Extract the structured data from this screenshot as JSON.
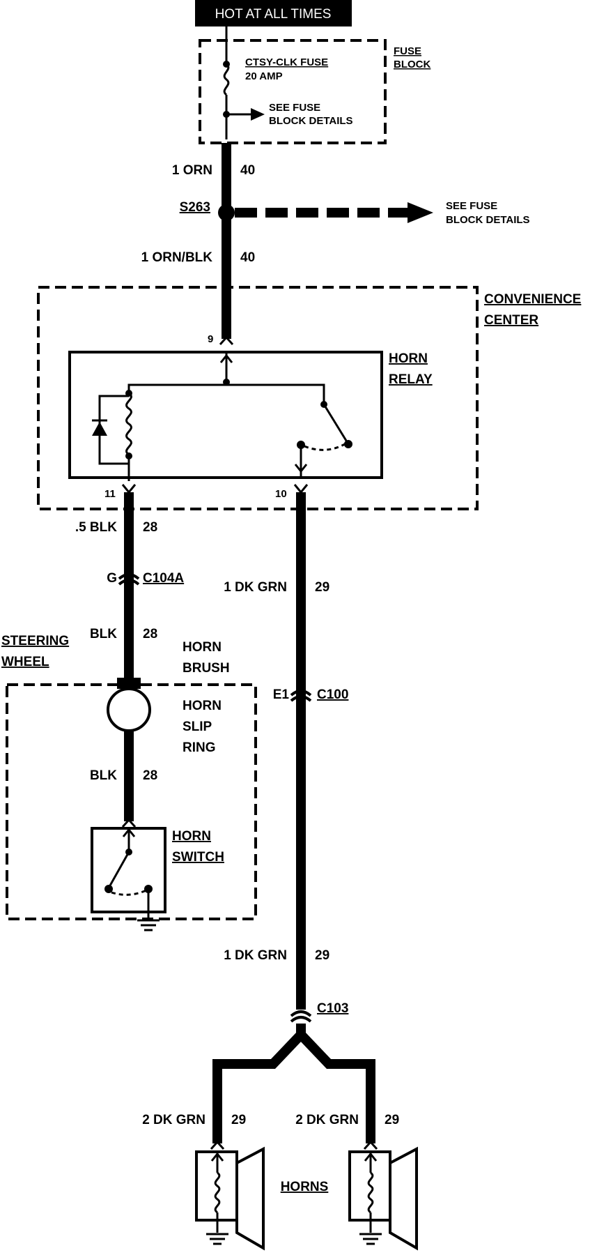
{
  "header": {
    "label": "HOT AT ALL TIMES"
  },
  "fuse_block": {
    "label_line1": "FUSE",
    "label_line2": "BLOCK",
    "fuse_name": "CTSY-CLK FUSE",
    "fuse_rating": "20  AMP",
    "details_line1": "SEE FUSE",
    "details_line2": "BLOCK DETAILS"
  },
  "wires": {
    "top_color": "1 ORN",
    "top_circuit": "40",
    "splice": "S263",
    "splice_details_line1": "SEE FUSE",
    "splice_details_line2": "BLOCK DETAILS",
    "relay_feed_color": "1 ORN/BLK",
    "relay_feed_circuit": "40",
    "coil_ground_color": ".5 BLK",
    "coil_ground_circuit": "28",
    "relay_out_color": "1 DK GRN",
    "relay_out_circuit": "29",
    "steering_color_1": "BLK",
    "steering_circuit_1": "28",
    "steering_color_2": "BLK",
    "steering_circuit_2": "28",
    "horn_feed_color": "1 DK GRN",
    "horn_feed_circuit": "29",
    "horn_left_color": "2 DK GRN",
    "horn_left_circuit": "29",
    "horn_right_color": "2 DK GRN",
    "horn_right_circuit": "29"
  },
  "convenience_center": {
    "label_line1": "CONVENIENCE",
    "label_line2": "CENTER",
    "relay_line1": "HORN",
    "relay_line2": "RELAY",
    "pin_feed": "9",
    "pin_coil": "11",
    "pin_out": "10"
  },
  "connectors": {
    "c104a_pin": "G",
    "c104a": "C104A",
    "c100_pin": "E1",
    "c100": "C100",
    "c103": "C103"
  },
  "steering_wheel": {
    "label_line1": "STEERING",
    "label_line2": "WHEEL",
    "brush_line1": "HORN",
    "brush_line2": "BRUSH",
    "slip_line1": "HORN",
    "slip_line2": "SLIP",
    "slip_line3": "RING",
    "switch_line1": "HORN",
    "switch_line2": "SWITCH"
  },
  "horns": {
    "label": "HORNS"
  }
}
